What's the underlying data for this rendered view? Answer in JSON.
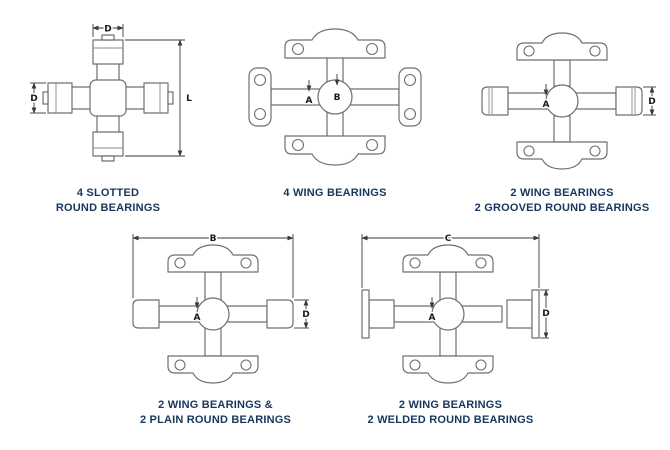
{
  "figure": {
    "background": "#ffffff"
  },
  "colors": {
    "caption": "#17375d",
    "line": "#6f6f6f",
    "dimension": "#3a3a3a",
    "label": "#1a1a1a"
  },
  "diagrams": [
    {
      "name": "4-slotted-round-bearings",
      "caption": [
        "4 SLOTTED",
        "ROUND BEARINGS"
      ],
      "labels": {
        "d_top": "D",
        "d_left": "D",
        "l_right": "L"
      }
    },
    {
      "name": "4-wing-bearings",
      "caption": [
        "4 WING BEARINGS"
      ],
      "labels": {
        "a": "A",
        "b": "B"
      }
    },
    {
      "name": "2-wing-bearings-2-grooved-round-bearings",
      "caption": [
        "2 WING BEARINGS",
        "2 GROOVED ROUND BEARINGS"
      ],
      "labels": {
        "a": "A",
        "d": "D"
      }
    },
    {
      "name": "2-wing-bearings-2-plain-round-bearings",
      "caption": [
        "2 WING BEARINGS &",
        "2 PLAIN ROUND BEARINGS"
      ],
      "labels": {
        "a": "A",
        "b": "B",
        "d": "D"
      }
    },
    {
      "name": "2-wing-bearings-2-welded-round-bearings",
      "caption": [
        "2 WING BEARINGS",
        "2 WELDED ROUND BEARINGS"
      ],
      "labels": {
        "a": "A",
        "c": "C",
        "d": "D"
      }
    }
  ]
}
